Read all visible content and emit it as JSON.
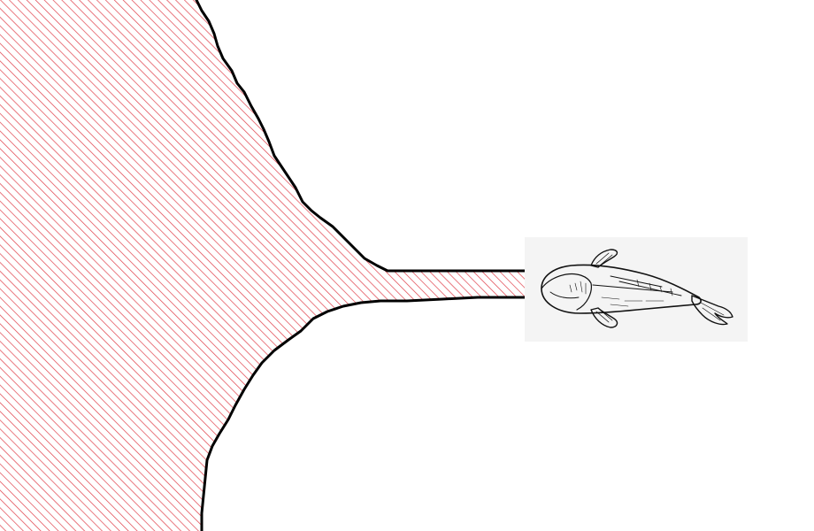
{
  "diagram": {
    "title": "",
    "elements": [
      {
        "id": "shore-region",
        "kind": "hatched-region",
        "label": ""
      },
      {
        "id": "channel",
        "kind": "narrow-passage",
        "label": ""
      },
      {
        "id": "fish-illustration",
        "kind": "image",
        "label": ""
      }
    ]
  },
  "colors": {
    "background": "#ffffff",
    "hatch": "#e0404a",
    "outline": "#000000",
    "fish_panel": "#f4f4f4",
    "fish_ink": "#111111"
  },
  "icons": {
    "fish": "fish-top-view-icon"
  }
}
